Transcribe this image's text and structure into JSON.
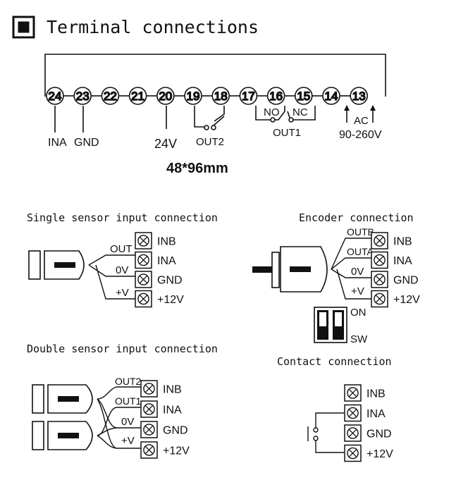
{
  "header": {
    "title": "Terminal connections"
  },
  "terminal_strip": {
    "numbers": [
      "24",
      "23",
      "22",
      "21",
      "20",
      "19",
      "18",
      "17",
      "16",
      "15",
      "14",
      "13"
    ],
    "labels": {
      "ina": "INA",
      "gnd": "GND",
      "v24": "24V",
      "out2": "OUT2",
      "no": "NO",
      "nc": "NC",
      "out1": "OUT1",
      "ac": "AC",
      "ac_range": "90-260V"
    },
    "dimension": "48*96mm"
  },
  "single_sensor": {
    "title": "Single sensor input connection",
    "wires": [
      "OUT",
      "0V",
      "+V"
    ],
    "terminals": [
      "INB",
      "INA",
      "GND",
      "+12V"
    ]
  },
  "encoder": {
    "title": "Encoder connection",
    "wires": [
      "OUTB",
      "OUTA",
      "0V",
      "+V"
    ],
    "terminals": [
      "INB",
      "INA",
      "GND",
      "+12V"
    ],
    "switch_on": "ON",
    "switch_sw": "SW"
  },
  "double_sensor": {
    "title": "Double sensor input connection",
    "wires": [
      "OUT2",
      "OUT1",
      "0V",
      "+V"
    ],
    "terminals": [
      "INB",
      "INA",
      "GND",
      "+12V"
    ]
  },
  "contact": {
    "title": "Contact connection",
    "terminals": [
      "INB",
      "INA",
      "GND",
      "+12V"
    ]
  }
}
